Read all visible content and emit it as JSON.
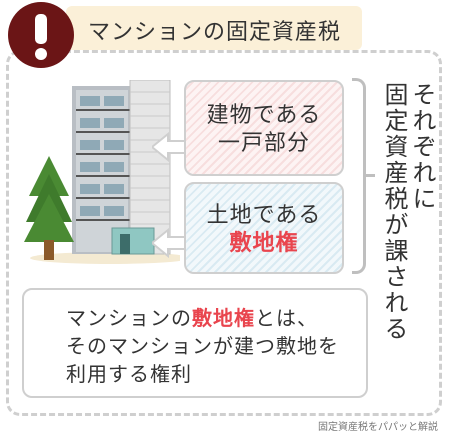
{
  "title": "マンションの固定資産税",
  "box_building": {
    "line1": "建物である",
    "line2": "一戸部分"
  },
  "box_land": {
    "line1": "土地である",
    "line2": "敷地権"
  },
  "side_note": {
    "col1": "それぞれに",
    "col2": "固定資産税が課される"
  },
  "definition": {
    "line1_pre": "マンションの",
    "line1_highlight": "敷地権",
    "line1_post": "とは、",
    "line2": "そのマンションが建つ敷地を",
    "line3": "利用する権利"
  },
  "credit": "固定資産税をパパッと解説",
  "colors": {
    "accent_red": "#e9454e",
    "warning_dark": "#6b1516",
    "title_bg": "#fbf0d8"
  },
  "icons": [
    "exclamation-icon",
    "apartment-building-illustration",
    "tree-illustration",
    "arrow-left-icon"
  ]
}
